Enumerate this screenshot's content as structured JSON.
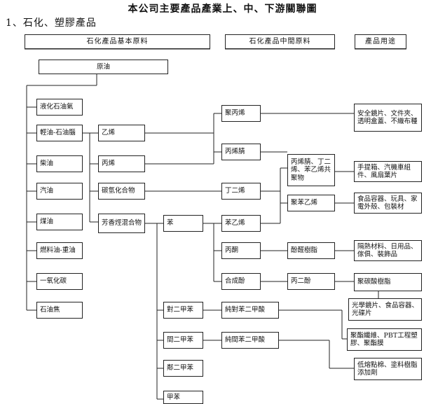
{
  "header": {
    "title": "本公司主要產品產業上、中、下游關聯圖",
    "subtitle": "1、石化、塑膠產品"
  },
  "columns": {
    "basic": "石化產品基本原料",
    "intermediate": "石化產品中間原料",
    "usage": "產品用途"
  },
  "nodes": {
    "crude": "原油",
    "lpg": "液化石油氣",
    "naphtha": "輕油-石油腦",
    "diesel": "柴油",
    "gasoline": "汽油",
    "kerosene": "煤油",
    "fueloil": "燃料油-重油",
    "co": "一氧化碳",
    "coke": "石油焦",
    "ethylene": "乙烯",
    "propylene": "丙烯",
    "c4": "碳氫化合物",
    "aromatics": "芳香烴混合物",
    "benzene": "苯",
    "pxylene": "對二甲苯",
    "mxylene": "間二甲苯",
    "oxylene": "鄰二甲苯",
    "toluene": "甲苯",
    "pp": "聚丙烯",
    "an": "丙烯腈",
    "bd": "丁二烯",
    "sm": "苯乙烯",
    "acetone": "丙酮",
    "phenol": "合成酚",
    "pta": "純對苯二甲酸",
    "pia": "純間苯二甲酸",
    "abs": "丙烯腈、丁二烯、苯乙烯共聚物",
    "ps": "聚苯乙烯",
    "phenolic": "酚醛樹脂",
    "bpa": "丙二酚",
    "pc": "聚碳酸樹脂",
    "use_pp": "安全鏡片、文件夾、透明盒蓋、不織布種",
    "use_abs": "手提箱、汽機車組件、風扇葉片",
    "use_ps": "食品容器、玩具、家電外殼、包裝材",
    "use_phenolic": "隔熱材料、日用品、傢俱、裝飾品",
    "use_pc": "光學鏡片、食品容器、光碟片",
    "use_pta": "聚酯纖維、PBT工程塑膠、聚酯膜",
    "use_pia": "低熔點棉、塗料樹脂添加劑"
  }
}
